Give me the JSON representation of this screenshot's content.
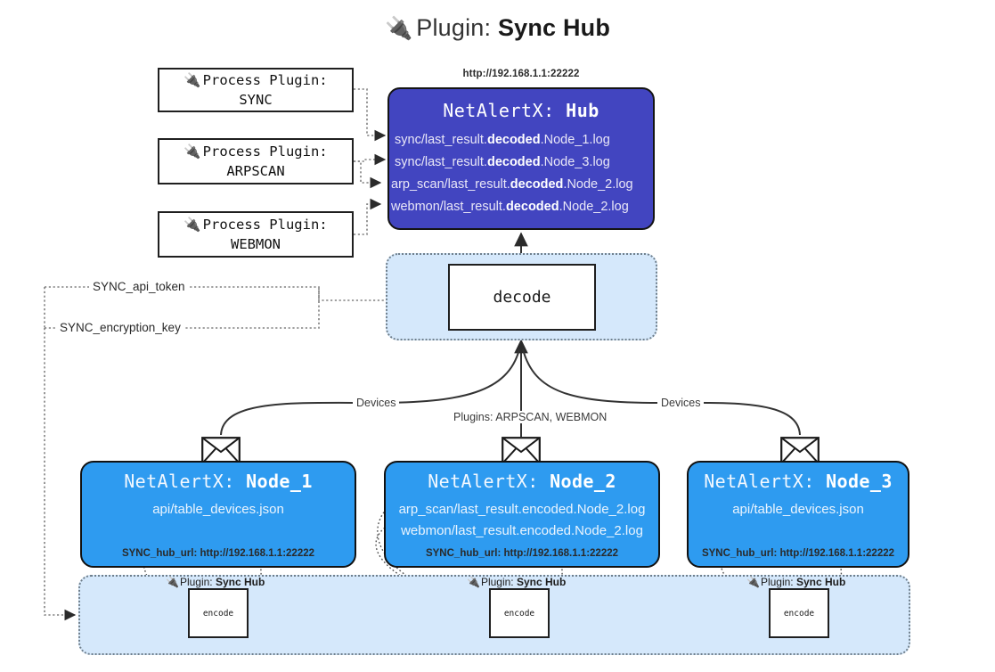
{
  "header": {
    "plug_icon": "🔌",
    "prefix": "Plugin:",
    "name": "Sync Hub"
  },
  "process_plugins": [
    {
      "title": "Process Plugin:",
      "name": "SYNC"
    },
    {
      "title": "Process Plugin:",
      "name": "ARPSCAN"
    },
    {
      "title": "Process Plugin:",
      "name": "WEBMON"
    }
  ],
  "hub": {
    "url": "http://192.168.1.1:22222",
    "prefix": "NetAlertX:",
    "name": "Hub",
    "logs": [
      {
        "pre": "sync/last_result.",
        "em": "decoded",
        "post": ".Node_1.log"
      },
      {
        "pre": "sync/last_result.",
        "em": "decoded",
        "post": ".Node_3.log"
      },
      {
        "pre": "arp_scan/last_result.",
        "em": "decoded",
        "post": ".Node_2.log"
      },
      {
        "pre": "webmon/last_result.",
        "em": "decoded",
        "post": ".Node_2.log"
      }
    ]
  },
  "decode": {
    "label": "decode"
  },
  "tokens": [
    {
      "label": "SYNC_api_token"
    },
    {
      "label": "SYNC_encryption_key"
    }
  ],
  "edge_labels": {
    "devices_left": "Devices",
    "devices_right": "Devices",
    "plugins_mid": "Plugins: ARPSCAN, WEBMON"
  },
  "nodes": [
    {
      "prefix": "NetAlertX:",
      "name": "Node_1",
      "lines": [
        "api/table_devices.json"
      ],
      "url_key": "SYNC_hub_url:",
      "url": "http://192.168.1.1:22222"
    },
    {
      "prefix": "NetAlertX:",
      "name": "Node_2",
      "lines": [
        "arp_scan/last_result.encoded.Node_2.log",
        "webmon/last_result.encoded.Node_2.log"
      ],
      "url_key": "SYNC_hub_url:",
      "url": "http://192.168.1.1:22222"
    },
    {
      "prefix": "NetAlertX:",
      "name": "Node_3",
      "lines": [
        "api/table_devices.json"
      ],
      "url_key": "SYNC_hub_url:",
      "url": "http://192.168.1.1:22222"
    }
  ],
  "encoders": [
    {
      "plugin_prefix": "Plugin:",
      "plugin_name": "Sync Hub",
      "label": "encode"
    },
    {
      "plugin_prefix": "Plugin:",
      "plugin_name": "Sync Hub",
      "label": "encode"
    },
    {
      "plugin_prefix": "Plugin:",
      "plugin_name": "Sync Hub",
      "label": "encode"
    }
  ],
  "colors": {
    "hub_fill": "#4245c0",
    "node_fill": "#2e9bf0",
    "lane_fill": "#d5e8fb",
    "stroke": "#1f1f1f"
  }
}
